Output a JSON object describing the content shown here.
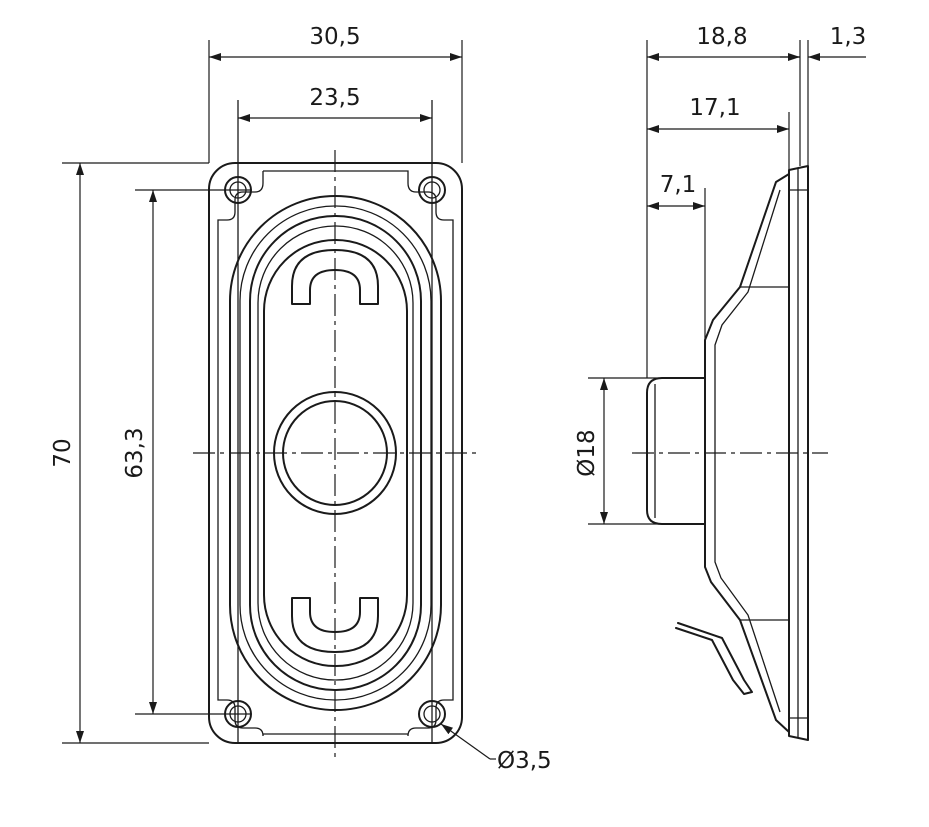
{
  "dimensions": {
    "front_width_outer": "30,5",
    "front_width_holes": "23,5",
    "front_height_outer": "70",
    "front_height_holes": "63,3",
    "hole_diameter": "Ø3,5",
    "side_depth_total": "18,8",
    "side_flange_thickness": "1,3",
    "side_depth_frame": "17,1",
    "side_magnet_depth": "7,1",
    "magnet_diameter": "Ø18"
  },
  "colors": {
    "line": "#1a1a1a",
    "background": "#ffffff"
  }
}
